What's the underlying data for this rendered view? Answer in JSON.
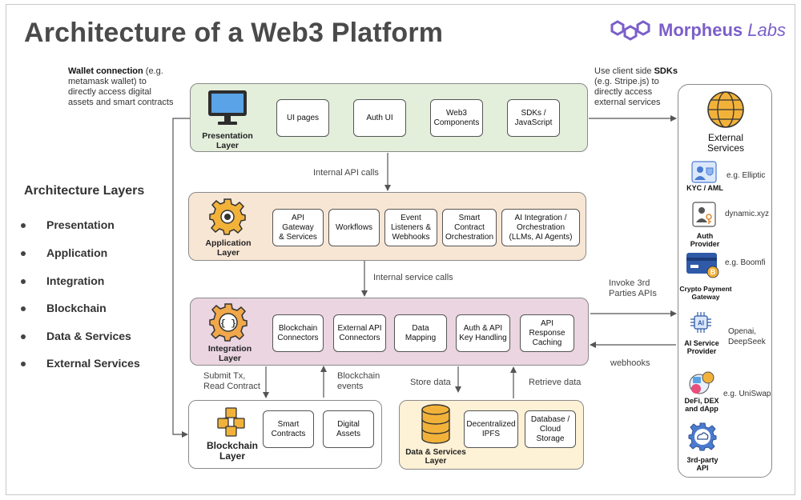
{
  "title": "Architecture of a Web3 Platform",
  "brand": {
    "name": "Morpheus",
    "name_suffix": "Labs",
    "color": "#7b5fc9"
  },
  "notes": {
    "wallet_bold": "Wallet connection",
    "wallet_rest": " (e.g.\nmetamask wallet) to\ndirectly access digital\nassets and smart contracts",
    "sdk_pre": "Use client side ",
    "sdk_bold": "SDKs",
    "sdk_rest": "\n(e.g. Stripe.js) to\ndirectly access\nexternal services"
  },
  "legend": {
    "title": "Architecture Layers",
    "items": [
      "Presentation",
      "Application",
      "Integration",
      "Blockchain",
      "Data & Services",
      "External Services"
    ]
  },
  "layers": {
    "presentation": {
      "label": "Presentation\nLayer",
      "color": "#e3eedb",
      "boxes": [
        "UI pages",
        "Auth UI",
        "Web3\nComponents",
        "SDKs /\nJavaScript"
      ]
    },
    "application": {
      "label": "Application\nLayer",
      "color": "#f8e6d5",
      "boxes": [
        "API Gateway\n& Services",
        "Workflows",
        "Event\nListeners  &\nWebhooks",
        "Smart\nContract\nOrchestration",
        "AI Integration /\nOrchestration\n(LLMs, AI Agents)"
      ]
    },
    "integration": {
      "label": "Integration\nLayer",
      "color": "#ead5e0",
      "boxes": [
        "Blockchain\nConnectors",
        "External API\nConnectors",
        "Data\nMapping",
        "Auth & API\nKey Handling",
        "API\nResponse\nCaching"
      ]
    },
    "blockchain": {
      "label": "Blockchain\nLayer",
      "color": "#ffffff",
      "boxes": [
        "Smart\nContracts",
        "Digital\nAssets"
      ]
    },
    "data": {
      "label": "Data & Services\nLayer",
      "color": "#fdf1d6",
      "boxes": [
        "Decentralized\nIPFS",
        "Database /\nCloud\nStorage"
      ]
    }
  },
  "external": {
    "title": "External\nServices",
    "items": [
      {
        "label": "KYC / AML",
        "note": "e.g. Elliptic"
      },
      {
        "label": "Auth\nProvider",
        "note": "dynamic.xyz"
      },
      {
        "label": "Crypto Payment\nGateway",
        "note": "e.g. Boomfi"
      },
      {
        "label": "AI Service\nProvider",
        "note": "Openai,\nDeepSeek"
      },
      {
        "label": "DeFi, DEX\nand dApp",
        "note": "e.g. UniSwap"
      },
      {
        "label": "3rd-party\nAPI",
        "note": ""
      }
    ]
  },
  "arrows": {
    "internal_api": "Internal API calls",
    "internal_service": "Internal service calls",
    "invoke": "Invoke 3rd\nParties APIs",
    "webhooks": "webhooks",
    "submit": "Submit Tx,\nRead Contract",
    "bc_events": "Blockchain\nevents",
    "store": "Store data",
    "retrieve": "Retrieve data"
  },
  "icons": {
    "presentation": "monitor-icon",
    "application": "gear-icon",
    "integration": "code-gear-icon",
    "blockchain": "cubes-icon",
    "data": "database-icon",
    "external": "globe-icon"
  }
}
